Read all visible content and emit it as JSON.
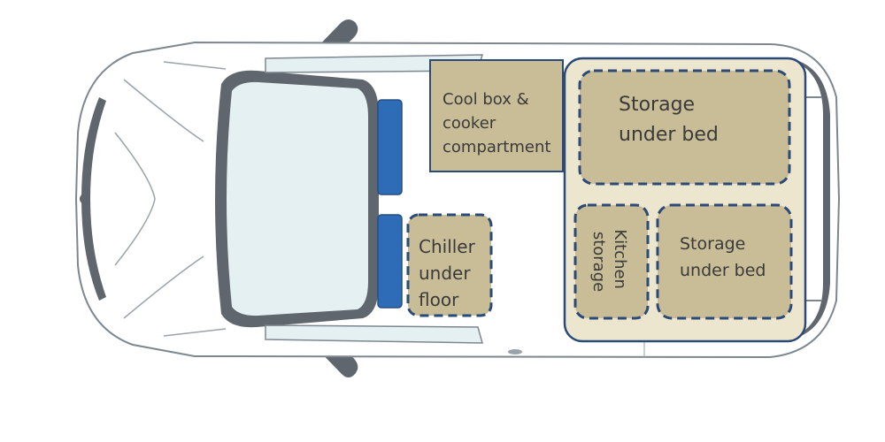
{
  "colors": {
    "van_body": "#ffffff",
    "van_outline": "#7d8790",
    "glass": "#e4f0f2",
    "dark_trim": "#5f666d",
    "seat": "#2f6cb8",
    "storage_fill": "#c9bd97",
    "storage_outline": "#2b4a78",
    "bed_fill": "#ece6cf"
  },
  "zones": {
    "cool_box": {
      "lines": [
        "Cool box &",
        "cooker",
        "compartment"
      ]
    },
    "storage_top": {
      "lines": [
        "Storage",
        "under bed"
      ]
    },
    "chiller": {
      "lines": [
        "Chiller",
        "under",
        "floor"
      ]
    },
    "kitchen": {
      "lines": [
        "Kitchen",
        "storage"
      ]
    },
    "storage_bottom": {
      "lines": [
        "Storage",
        "under bed"
      ]
    }
  }
}
